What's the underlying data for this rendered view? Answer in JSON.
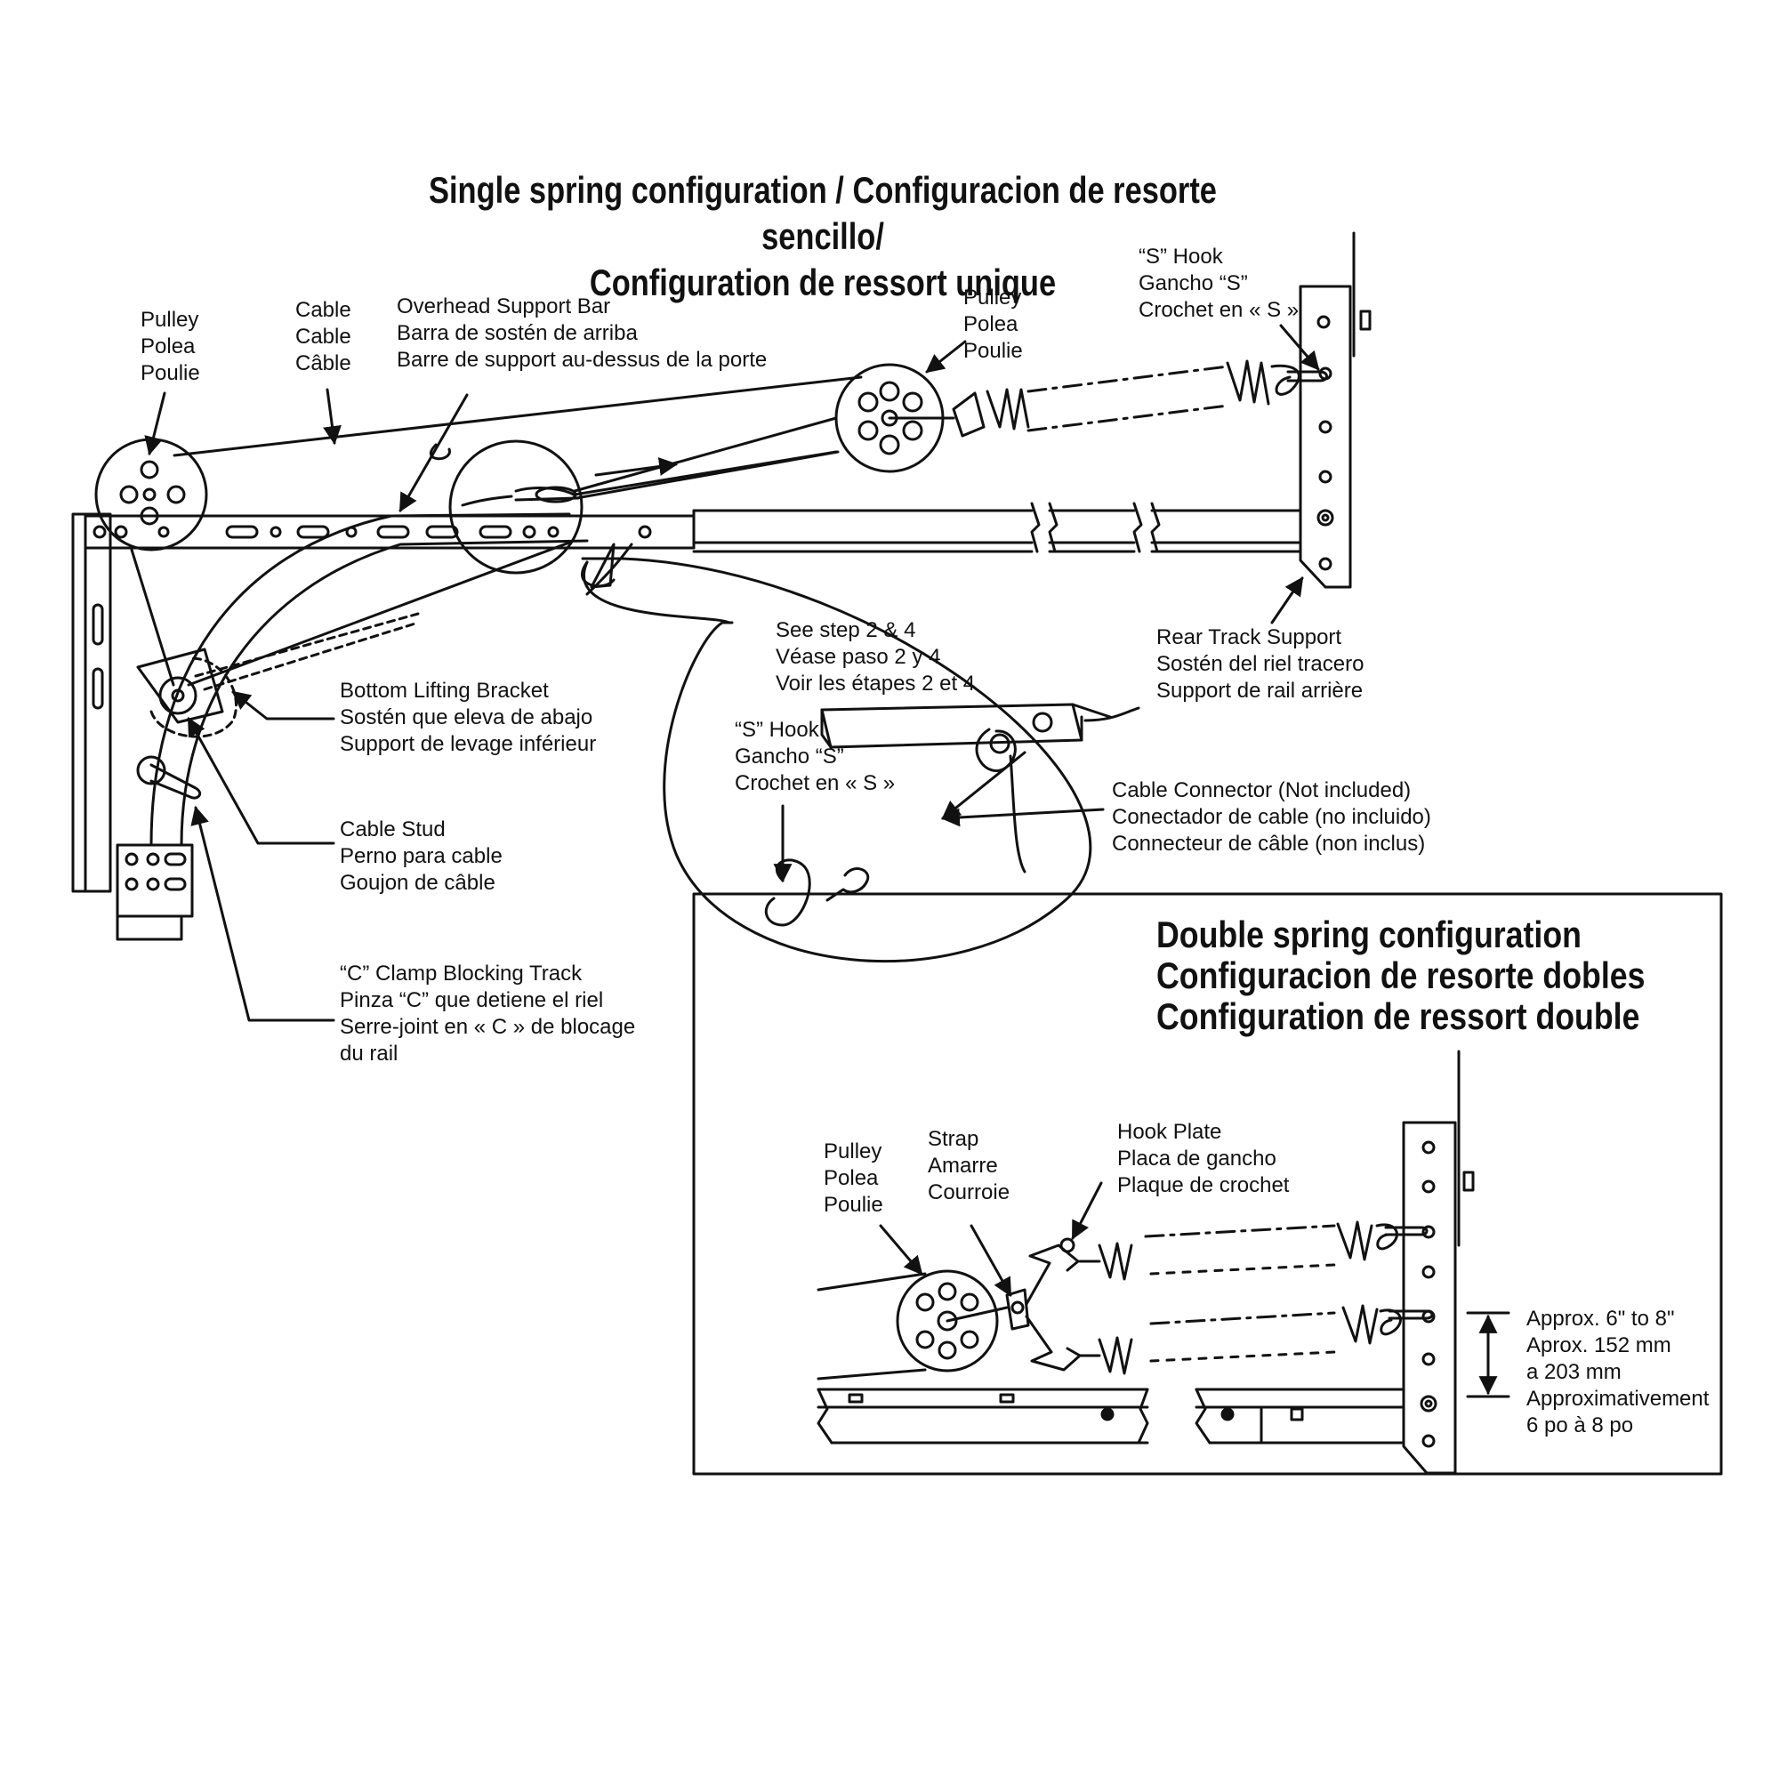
{
  "single": {
    "title_line1": "Single spring configuration / Configuracion de resorte sencillo/",
    "title_line2": "Configuration de ressort unique"
  },
  "double": {
    "title_line1": "Double spring configuration",
    "title_line2": "Configuracion de resorte dobles",
    "title_line3": "Configuration de ressort double"
  },
  "labels": {
    "pulley_left": [
      "Pulley",
      "Polea",
      "Poulie"
    ],
    "cable": [
      "Cable",
      "Cable",
      "Câble"
    ],
    "overhead_bar": [
      "Overhead Support Bar",
      "Barra de sostén de arriba",
      "Barre de support au-dessus de la porte"
    ],
    "pulley_mid": [
      "Pulley",
      "Polea",
      "Poulie"
    ],
    "s_hook_top": [
      "“S” Hook",
      "Gancho “S”",
      "Crochet en « S »"
    ],
    "rear_track": [
      "Rear Track Support",
      "Sostén del riel tracero",
      "Support de rail arrière"
    ],
    "see_step": [
      "See step 2 & 4",
      "Véase paso 2 y 4",
      "Voir les étapes 2 et 4"
    ],
    "s_hook_detail": [
      "“S” Hook",
      "Gancho “S”",
      "Crochet en « S »"
    ],
    "cable_connector": [
      "Cable Connector (Not included)",
      "Conectador de cable (no incluido)",
      "Connecteur de câble (non inclus)"
    ],
    "bottom_bracket": [
      "Bottom Lifting Bracket",
      "Sostén que eleva de abajo",
      "Support de levage inférieur"
    ],
    "cable_stud": [
      "Cable Stud",
      "Perno para cable",
      "Goujon de câble"
    ],
    "c_clamp": [
      "“C” Clamp Blocking Track",
      "Pinza “C” que detiene el riel",
      "Serre-joint en « C » de blocage",
      "du rail"
    ],
    "pulley_double": [
      "Pulley",
      "Polea",
      "Poulie"
    ],
    "strap": [
      "Strap",
      "Amarre",
      "Courroie"
    ],
    "hook_plate": [
      "Hook Plate",
      "Placa de gancho",
      "Plaque de crochet"
    ],
    "approx": [
      "Approx. 6\" to 8\"",
      "Aprox. 152 mm",
      "a 203 mm",
      "Approximativement",
      "6 po à 8 po"
    ]
  }
}
